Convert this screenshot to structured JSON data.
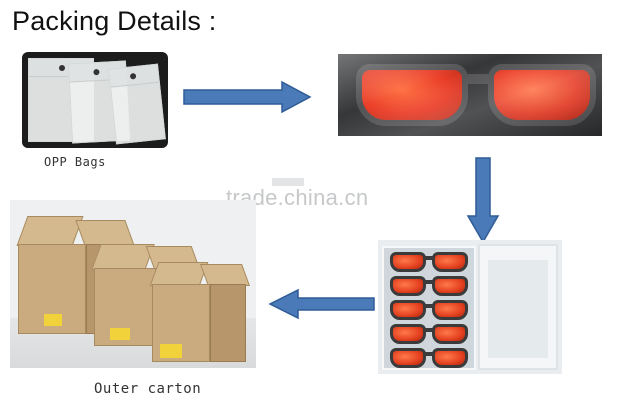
{
  "title": "Packing Details :",
  "steps": [
    {
      "caption": "OPP Bags"
    },
    {
      "caption": ""
    },
    {
      "caption": ""
    },
    {
      "caption": "Outer carton"
    }
  ],
  "watermark": "trade.china.cn",
  "colors": {
    "arrow": "#4b7ab8",
    "arrow_edge": "#2f5c96",
    "lens": "#e8331c",
    "carton": "#c9ab7f",
    "carton_label": "#f2d23a"
  },
  "icons": [
    "arrow-right-icon",
    "arrow-down-icon",
    "arrow-left-icon"
  ]
}
